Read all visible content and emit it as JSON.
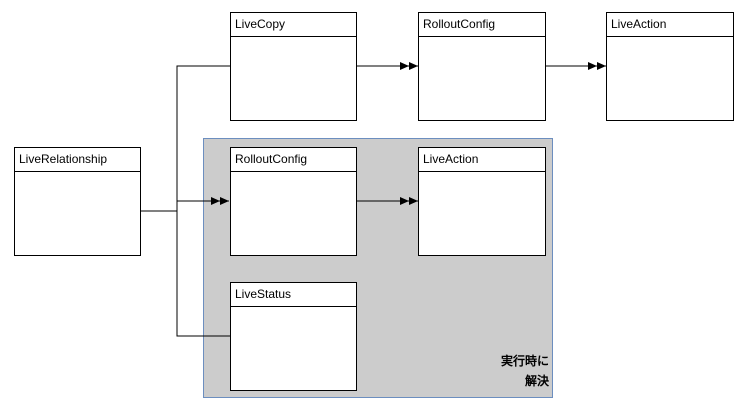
{
  "nodes": {
    "live_relationship": "LiveRelationship",
    "live_copy": "LiveCopy",
    "rollout_config_top": "RolloutConfig",
    "live_action_top": "LiveAction",
    "rollout_config_runtime": "RolloutConfig",
    "live_action_runtime": "LiveAction",
    "live_status": "LiveStatus"
  },
  "runtime_region": {
    "note_line1": "実行時に",
    "note_line2": "解決"
  },
  "colors": {
    "region_fill": "#cccccc",
    "region_border": "#6c8ebf",
    "box_border": "#000000",
    "box_fill": "#ffffff"
  }
}
